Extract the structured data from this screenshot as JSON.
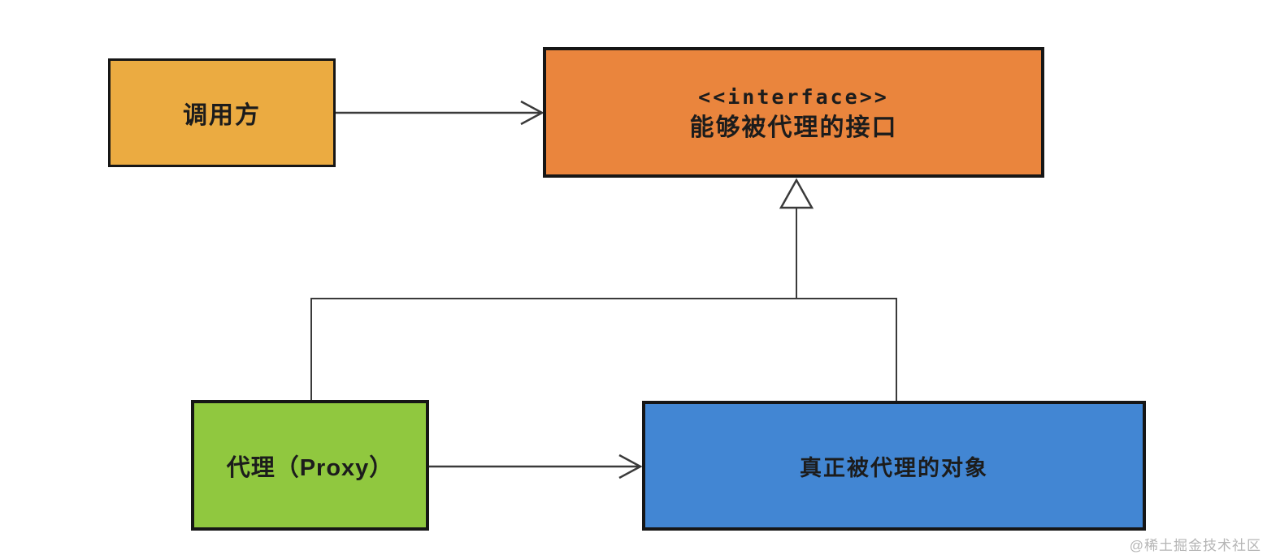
{
  "diagram": {
    "type": "uml-class-diagram",
    "pattern": "Proxy",
    "nodes": {
      "caller": {
        "label": "调用方",
        "fill": "#EBAB41"
      },
      "interface": {
        "stereotype": "<<interface>>",
        "label": "能够被代理的接口",
        "fill": "#EA853D"
      },
      "proxy": {
        "label": "代理（Proxy）",
        "fill": "#90C83F"
      },
      "real_subject": {
        "label": "真正被代理的对象",
        "fill": "#4286D3"
      }
    },
    "edges": [
      {
        "from": "caller",
        "to": "interface",
        "type": "open-arrow"
      },
      {
        "from": "proxy",
        "to": "interface",
        "type": "realization-hollow-triangle"
      },
      {
        "from": "real_subject",
        "to": "interface",
        "type": "realization-hollow-triangle"
      },
      {
        "from": "proxy",
        "to": "real_subject",
        "type": "open-arrow"
      }
    ],
    "colors": {
      "border": "#161616",
      "line": "#3a3a3a",
      "background": "#ffffff",
      "watermark": "#b5b5b5"
    },
    "watermark": {
      "text": "@稀土掘金技术社区"
    }
  }
}
